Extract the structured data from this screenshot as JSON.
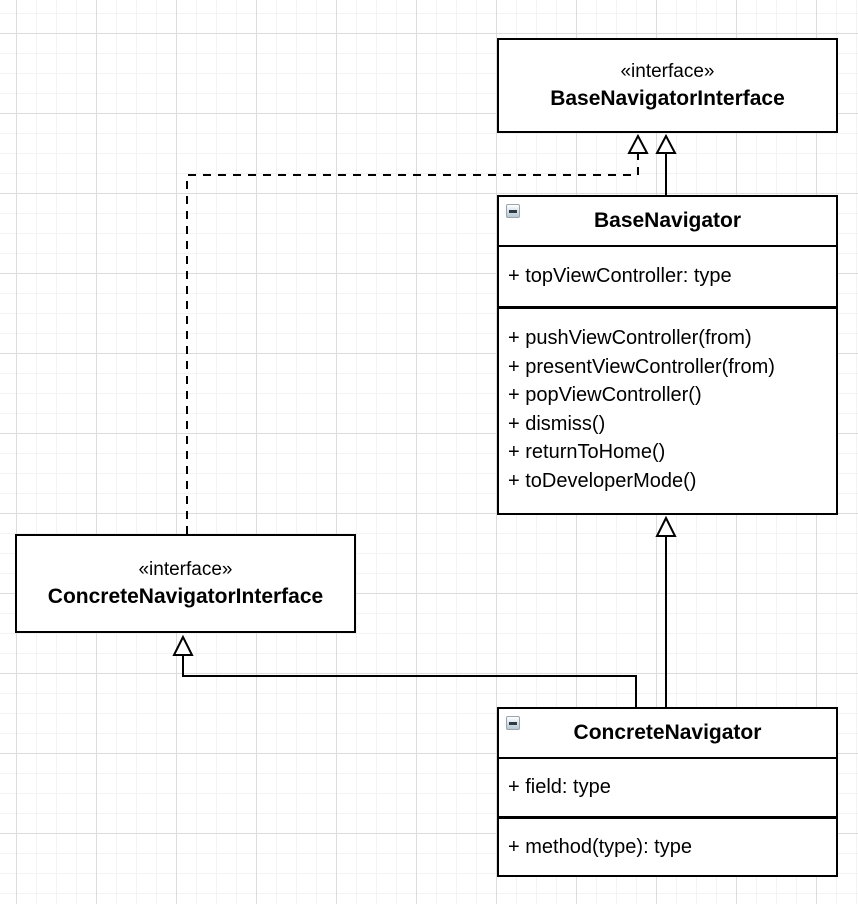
{
  "classes": {
    "base_navigator_interface": {
      "stereotype": "«interface»",
      "name": "BaseNavigatorInterface"
    },
    "base_navigator": {
      "name": "BaseNavigator",
      "attributes": [
        "+ topViewController: type"
      ],
      "methods": [
        "+ pushViewController(from)",
        "+ presentViewController(from)",
        "+ popViewController()",
        "+ dismiss()",
        "+ returnToHome()",
        "+ toDeveloperMode()"
      ]
    },
    "concrete_navigator_interface": {
      "stereotype": "«interface»",
      "name": "ConcreteNavigatorInterface"
    },
    "concrete_navigator": {
      "name": "ConcreteNavigator",
      "attributes": [
        "+ field: type"
      ],
      "methods": [
        "+ method(type): type"
      ]
    }
  },
  "icons": {
    "collapse": "minus-icon"
  },
  "relationships": [
    {
      "from": "BaseNavigator",
      "to": "BaseNavigatorInterface",
      "type": "generalization",
      "line": "solid"
    },
    {
      "from": "ConcreteNavigatorInterface",
      "to": "BaseNavigatorInterface",
      "type": "realization",
      "line": "dashed"
    },
    {
      "from": "ConcreteNavigator",
      "to": "BaseNavigator",
      "type": "generalization",
      "line": "solid"
    },
    {
      "from": "ConcreteNavigator",
      "to": "ConcreteNavigatorInterface",
      "type": "generalization",
      "line": "solid"
    }
  ],
  "colors": {
    "line": "#000000",
    "text": "#000000",
    "box_fill": "#ffffff",
    "canvas_bg": "#ffffff",
    "grid_minor": "#f3f3f3",
    "grid_major": "#dcdcdc",
    "collapse_button_gradient_bottom": "#b9c6d1"
  }
}
